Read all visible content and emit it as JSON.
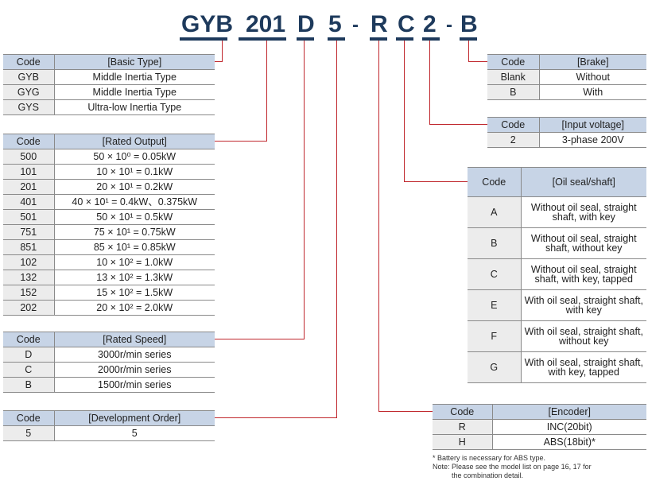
{
  "model": {
    "parts": [
      "GYB",
      "201",
      "D",
      "5",
      "-",
      "R",
      "C",
      "2",
      "-",
      "B"
    ]
  },
  "colors": {
    "header_bg": "#c7d4e6",
    "code_bg": "#ececec",
    "leader": "#c0272d",
    "model_text": "#1e3a5c"
  },
  "basic_type": {
    "header_code": "Code",
    "header_title": "[Basic Type]",
    "rows": [
      [
        "GYB",
        "Middle Inertia Type"
      ],
      [
        "GYG",
        "Middle Inertia Type"
      ],
      [
        "GYS",
        "Ultra-low Inertia Type"
      ]
    ]
  },
  "rated_output": {
    "header_code": "Code",
    "header_title": "[Rated Output]",
    "rows": [
      [
        "500",
        "50 × 10⁰ = 0.05kW"
      ],
      [
        "101",
        "10 × 10¹ = 0.1kW"
      ],
      [
        "201",
        "20 × 10¹ = 0.2kW"
      ],
      [
        "401",
        "40 × 10¹ = 0.4kW、0.375kW"
      ],
      [
        "501",
        "50 × 10¹ = 0.5kW"
      ],
      [
        "751",
        "75 × 10¹ = 0.75kW"
      ],
      [
        "851",
        "85 × 10¹ = 0.85kW"
      ],
      [
        "102",
        "10 × 10² = 1.0kW"
      ],
      [
        "132",
        "13 × 10² = 1.3kW"
      ],
      [
        "152",
        "15 × 10² = 1.5kW"
      ],
      [
        "202",
        "20 × 10² = 2.0kW"
      ]
    ]
  },
  "rated_speed": {
    "header_code": "Code",
    "header_title": "[Rated Speed]",
    "rows": [
      [
        "D",
        "3000r/min series"
      ],
      [
        "C",
        "2000r/min series"
      ],
      [
        "B",
        "1500r/min series"
      ]
    ]
  },
  "development_order": {
    "header_code": "Code",
    "header_title": "[Development Order]",
    "rows": [
      [
        "5",
        "5"
      ]
    ]
  },
  "brake": {
    "header_code": "Code",
    "header_title": "[Brake]",
    "rows": [
      [
        "Blank",
        "Without"
      ],
      [
        "B",
        "With"
      ]
    ]
  },
  "input_voltage": {
    "header_code": "Code",
    "header_title": "[Input voltage]",
    "rows": [
      [
        "2",
        "3-phase 200V"
      ]
    ]
  },
  "oil_seal": {
    "header_code": "Code",
    "header_title": "[Oil seal/shaft]",
    "rows": [
      [
        "A",
        "Without oil seal, straight shaft, with key"
      ],
      [
        "B",
        "Without oil seal, straight shaft, without key"
      ],
      [
        "C",
        "Without oil seal, straight shaft, with key, tapped"
      ],
      [
        "E",
        "With oil seal, straight shaft, with key"
      ],
      [
        "F",
        "With oil seal, straight shaft, without key"
      ],
      [
        "G",
        "With oil seal, straight shaft, with key, tapped"
      ]
    ]
  },
  "encoder": {
    "header_code": "Code",
    "header_title": "[Encoder]",
    "rows": [
      [
        "R",
        "INC(20bit)"
      ],
      [
        "H",
        "ABS(18bit)*"
      ]
    ]
  },
  "notes": {
    "line1": "* Battery is necessary for ABS type.",
    "line2": "Note: Please see the model list on page 16, 17 for",
    "line3": "the combination detail."
  }
}
